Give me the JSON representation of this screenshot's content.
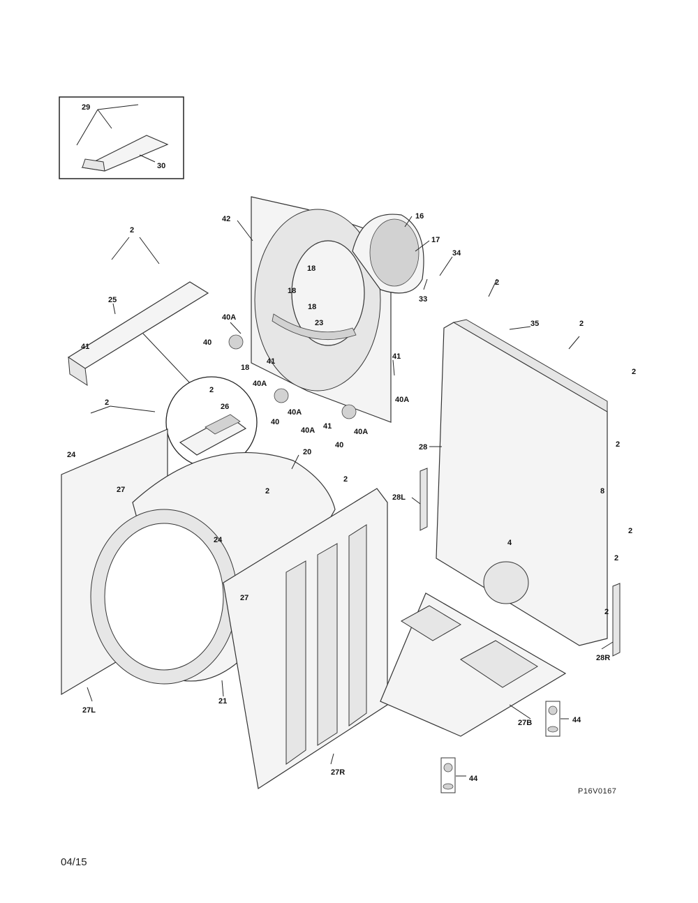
{
  "callouts": {
    "c2": "2",
    "c4": "4",
    "c16": "16",
    "c17": "17",
    "c18": "18",
    "c20": "20",
    "c21": "21",
    "c23": "23",
    "c24": "24",
    "c25": "25",
    "c26": "26",
    "c27": "27",
    "c27l": "27L",
    "c27r": "27R",
    "c27b": "27B",
    "c28": "28",
    "c28l": "28L",
    "c28r": "28R",
    "c29": "29",
    "c30": "30",
    "c33": "33",
    "c34": "34",
    "c35": "35",
    "c40": "40",
    "c40a": "40A",
    "c41": "41",
    "c42": "42",
    "c44": "44"
  },
  "drawing_code": "P16V0167",
  "page_date": "04/15"
}
